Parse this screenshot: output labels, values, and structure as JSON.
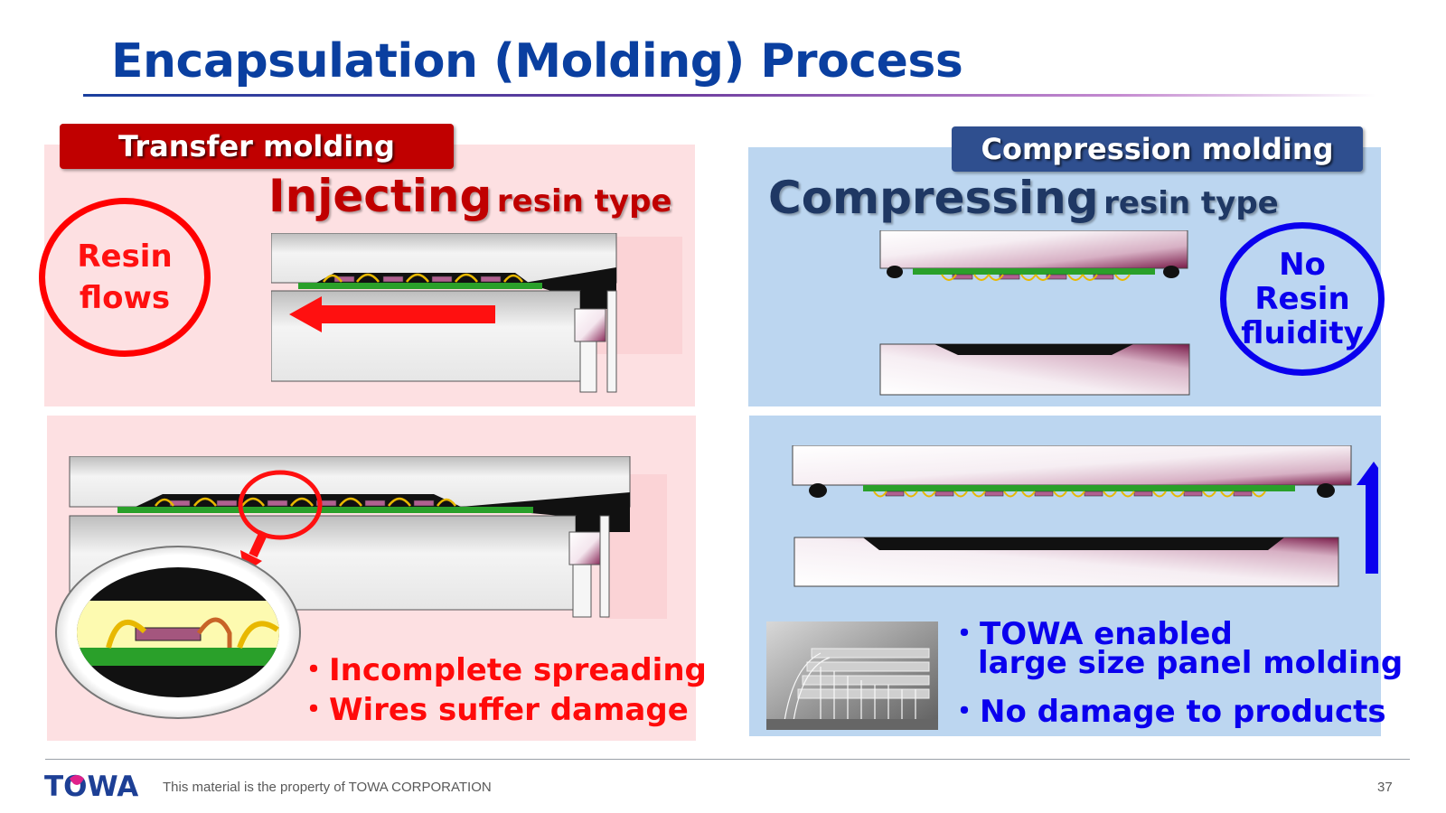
{
  "slide": {
    "title": "Encapsulation (Molding) Process",
    "page_number": "37",
    "footer_text": "This material is the property of TOWA CORPORATION",
    "logo_text": "TOWA"
  },
  "transfer": {
    "tag": "Transfer molding",
    "headline_big": "Injecting",
    "headline_small": "resin type",
    "circle_line1": "Resin",
    "circle_line2": "flows",
    "bullet1": "・Incomplete spreading",
    "bullet2": "・Wires suffer damage"
  },
  "compression": {
    "tag": "Compression molding",
    "headline_big": "Compressing",
    "headline_small": "resin type",
    "circle_line1": "No",
    "circle_line2": "Resin",
    "circle_line3": "fluidity",
    "bullet1a": "・TOWA enabled",
    "bullet1b": "large size panel molding",
    "bullet2": "・No damage to products"
  },
  "colors": {
    "title_blue": "#0a3fa0",
    "red": "#ff0000",
    "blue": "#0a00ee",
    "panel_pink": "#fde0e2",
    "panel_blue": "#bcd6f0"
  }
}
